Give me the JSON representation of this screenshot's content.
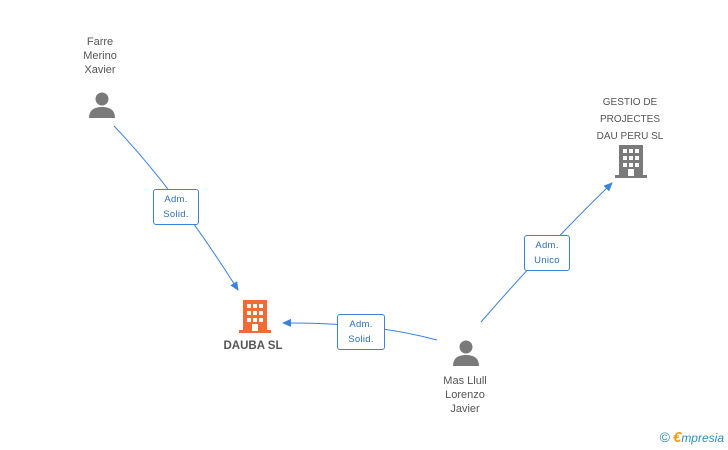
{
  "nodes": {
    "farre": {
      "label_lines": [
        "Farre",
        "Merino",
        "Xavier"
      ],
      "type": "person"
    },
    "dauba": {
      "label": "DAUBA SL",
      "type": "company",
      "color": "#f26a34"
    },
    "gestio": {
      "label_lines": [
        "GESTIO DE",
        "PROJECTES",
        "DAU PERU SL"
      ],
      "type": "company",
      "color": "#7a7a7a"
    },
    "mas": {
      "label_lines": [
        "Mas Llull",
        "Lorenzo",
        "Javier"
      ],
      "type": "person"
    }
  },
  "edges": {
    "farre_dauba": {
      "lines": [
        "Adm.",
        "Solid."
      ]
    },
    "mas_dauba": {
      "lines": [
        "Adm.",
        "Solid."
      ]
    },
    "mas_gestio": {
      "lines": [
        "Adm.",
        "Unico"
      ]
    }
  },
  "colors": {
    "edge": "#3b82d9",
    "person_icon": "#7a7a7a"
  },
  "brand": {
    "copyright": "©",
    "initial": "€",
    "name": "mpresia"
  }
}
